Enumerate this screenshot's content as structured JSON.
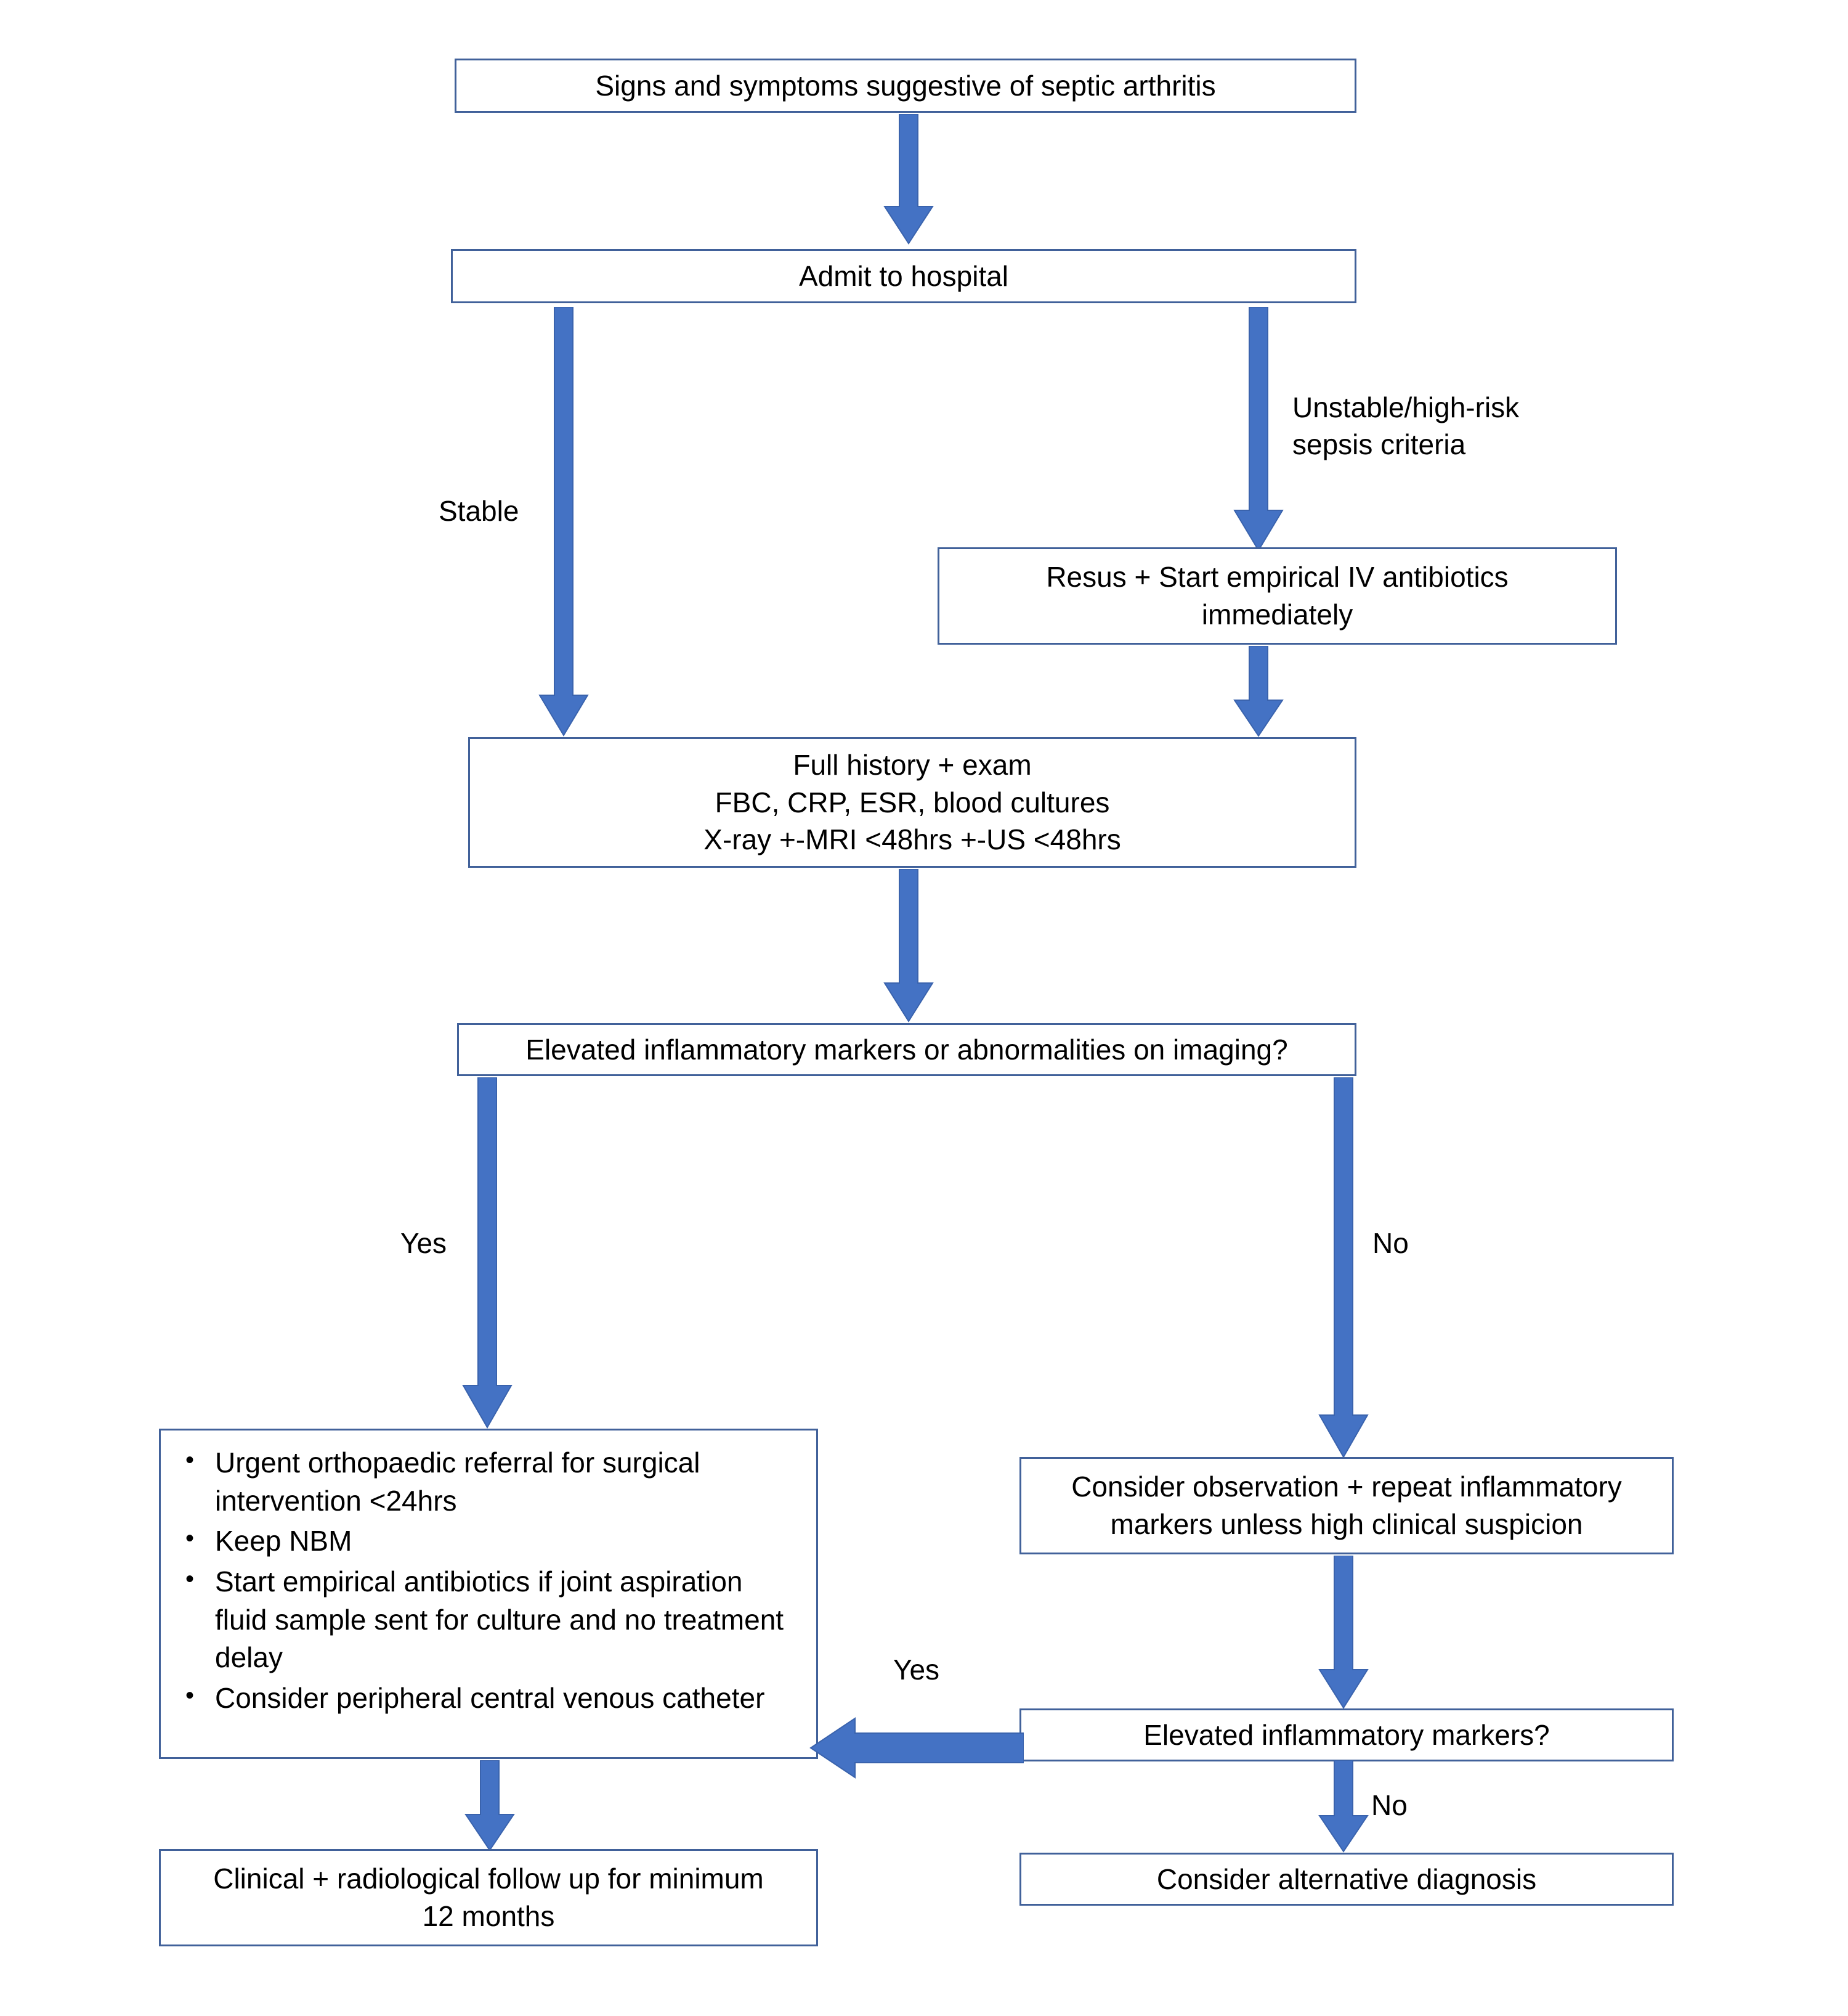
{
  "diagram": {
    "title": "Septic arthritis management flowchart",
    "accent_color": "#4472C4",
    "box_border_color": "#41619A",
    "background_color": "#FFFFFF"
  },
  "nodes": {
    "signs": {
      "text": "Signs and symptoms suggestive of septic arthritis"
    },
    "admit": {
      "text": "Admit to hospital"
    },
    "resus": {
      "line1": "Resus + Start empirical IV antibiotics",
      "line2": "immediately"
    },
    "workup": {
      "line1": "Full history + exam",
      "line2": "FBC, CRP, ESR, blood cultures",
      "line3": "X-ray +-MRI <48hrs +-US <48hrs"
    },
    "decision1": {
      "text": "Elevated inflammatory markers or abnormalities on imaging?"
    },
    "management": {
      "bullet_marker": "•",
      "bullets": [
        "Urgent orthopaedic referral for surgical intervention <24hrs",
        "Keep NBM",
        "Start empirical antibiotics if joint aspiration fluid sample sent for culture and no treatment delay",
        "Consider peripheral central venous catheter"
      ]
    },
    "followup": {
      "line1": "Clinical + radiological follow up for minimum",
      "line2": "12 months"
    },
    "observe": {
      "line1": "Consider observation + repeat inflammatory",
      "line2": "markers unless high clinical suspicion"
    },
    "decision2": {
      "text": "Elevated inflammatory markers?"
    },
    "alternative": {
      "text": "Consider alternative diagnosis"
    }
  },
  "edges": {
    "signs_to_admit": {
      "label": ""
    },
    "admit_stable": {
      "label": "Stable"
    },
    "admit_unstable": {
      "label_line1": "Unstable/high-risk",
      "label_line2": "sepsis criteria"
    },
    "resus_to_workup": {
      "label": ""
    },
    "workup_to_decision1": {
      "label": ""
    },
    "decision1_yes": {
      "label": "Yes"
    },
    "decision1_no": {
      "label": "No"
    },
    "observe_to_decision2": {
      "label": ""
    },
    "decision2_yes": {
      "label": "Yes"
    },
    "decision2_no": {
      "label": "No"
    },
    "management_to_followup": {
      "label": ""
    }
  }
}
